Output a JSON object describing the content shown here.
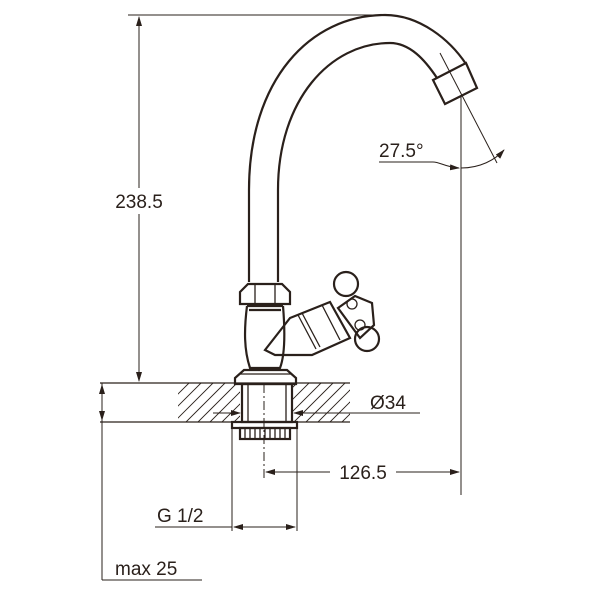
{
  "drawing": {
    "dimensions": {
      "height": "238.5",
      "spout_angle": "27.5°",
      "base_diameter": "Ø34",
      "reach": "126.5",
      "thread": "G 1/2",
      "max_counter_thickness": "max 25"
    },
    "line_color": "#2a201b"
  }
}
